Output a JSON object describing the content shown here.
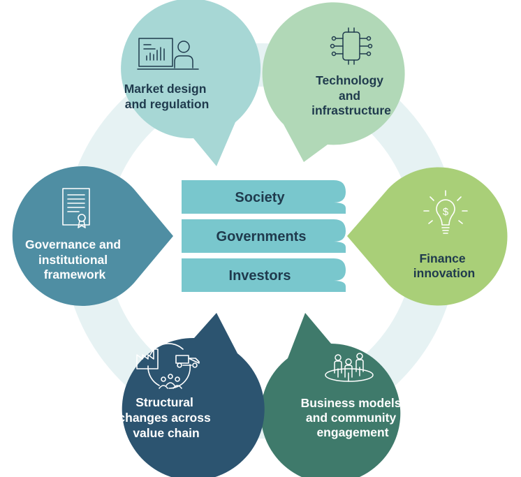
{
  "center": {
    "bars": [
      {
        "label": "Society"
      },
      {
        "label": "Governments"
      },
      {
        "label": "Investors"
      }
    ]
  },
  "petals": {
    "market": {
      "lines": [
        "Market design",
        "and regulation"
      ],
      "icon": "presentation-icon",
      "color": "#a7d7d5"
    },
    "technology": {
      "lines": [
        "Technology",
        "and",
        "infrastructure"
      ],
      "icon": "microchip-icon",
      "color": "#b1d8b7"
    },
    "finance": {
      "lines": [
        "Finance",
        "innovation"
      ],
      "icon": "lightbulb-dollar-icon",
      "color": "#a9cf78"
    },
    "business": {
      "lines": [
        "Business models",
        "and community",
        "engagement"
      ],
      "icon": "community-icon",
      "color": "#3f7a6b"
    },
    "structural": {
      "lines": [
        "Structural",
        "changes across",
        "value chain"
      ],
      "icon": "value-chain-icon",
      "color": "#2c5470"
    },
    "governance": {
      "lines": [
        "Governance and",
        "institutional",
        "framework"
      ],
      "icon": "certificate-icon",
      "color": "#4f8ea3"
    }
  },
  "colors": {
    "ring": "#e6f2f3",
    "bar_fill": "#79c7cd",
    "text_dark": "#1f3a4d",
    "text_light": "#ffffff"
  }
}
